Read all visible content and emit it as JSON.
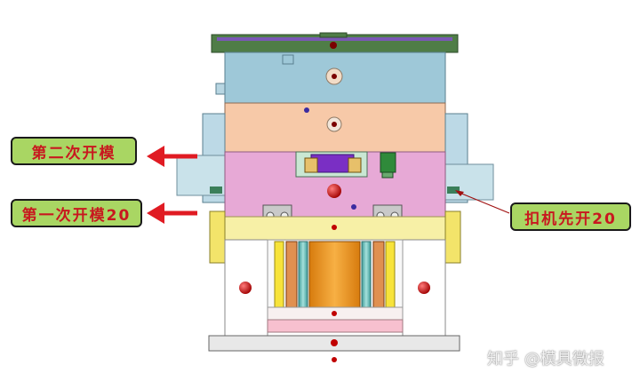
{
  "callouts": {
    "second_opening": "第二次开模",
    "first_opening": "第一次开模20",
    "latch_opening": "扣机先开20"
  },
  "watermark": "知乎 @模具微报",
  "colors": {
    "callout_fill": "#a9d663",
    "callout_text": "#c8181f",
    "arrow": "#e01b23",
    "top_plate": "#4f7d47",
    "cavity_plate": "#9ec8d8",
    "runner_plate": "#f7c9a8",
    "core_plate": "#e7a9d6",
    "support_plate": "#f7f0a6",
    "ejector_core": "#f5a320",
    "bottom_plate": "#e8e8e8"
  }
}
